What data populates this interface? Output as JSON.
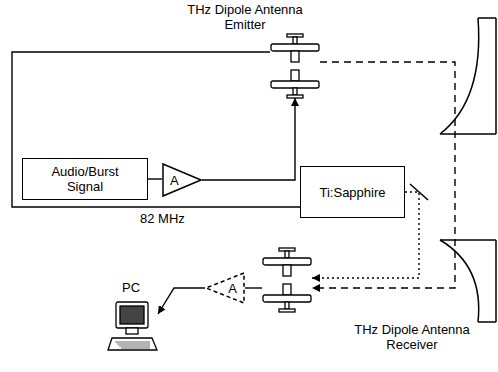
{
  "diagram": {
    "nodes": [
      {
        "text": [
          "THz Dipole Antenna Emitter"
        ]
      },
      {
        "text": [
          "Audio/Burst Signal"
        ]
      },
      {
        "text": [
          "A"
        ]
      },
      {
        "text": [
          "Ti:Sapphire"
        ]
      },
      {
        "text": [
          "THz Dipole Antenna Receiver"
        ]
      },
      {
        "text": [
          "A"
        ]
      },
      {
        "text": [
          "PC"
        ]
      }
    ],
    "edges": [
      {
        "from": 1,
        "to": 2,
        "arrow": "none"
      },
      {
        "from": 2,
        "to": 0,
        "arrow": "to"
      },
      {
        "from": 3,
        "to": 0,
        "arrow": "none",
        "label": "82 MHz"
      },
      {
        "from": 0,
        "to": 4,
        "arrow": "to"
      },
      {
        "from": 3,
        "to": 4,
        "arrow": "to"
      },
      {
        "from": 4,
        "to": 5,
        "arrow": "none"
      },
      {
        "from": 5,
        "to": 6,
        "arrow": "to"
      }
    ]
  }
}
